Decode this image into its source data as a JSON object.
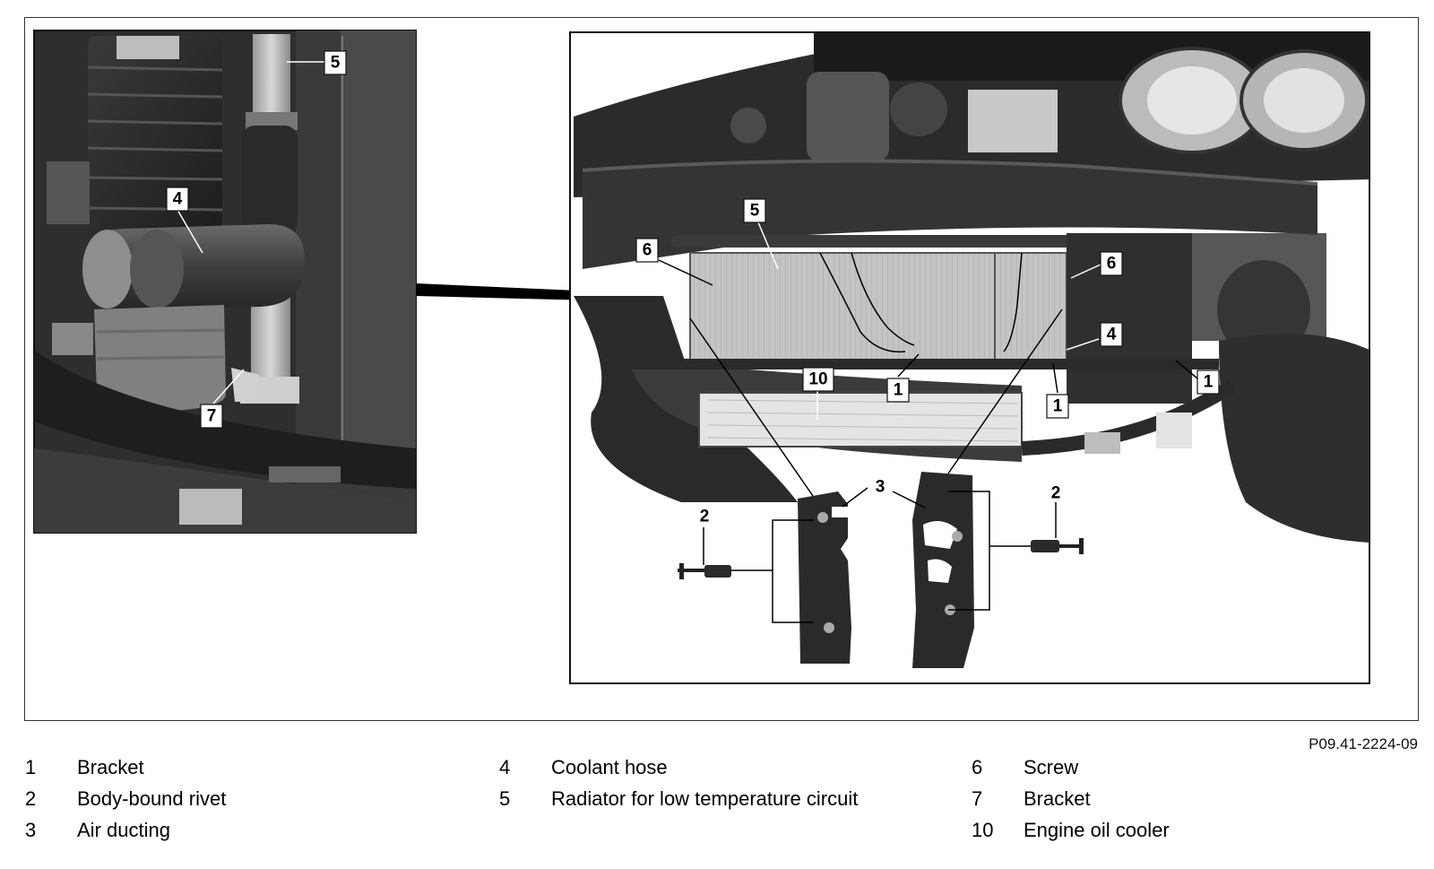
{
  "callouts": {
    "left": {
      "n5": "5",
      "n4": "4",
      "n7": "7"
    },
    "right": {
      "n5": "5",
      "n6_left": "6",
      "n6_right": "6",
      "n4": "4",
      "n1_center": "1",
      "n1_mid": "1",
      "n1_right": "1",
      "n10": "10",
      "n3": "3",
      "n2_left": "2",
      "n2_right": "2"
    }
  },
  "figure_id": "P09.41-2224-09",
  "legend": {
    "col1": [
      {
        "num": "1",
        "label": "Bracket"
      },
      {
        "num": "2",
        "label": "Body-bound rivet"
      },
      {
        "num": "3",
        "label": "Air ducting"
      }
    ],
    "col2": [
      {
        "num": "4",
        "label": "Coolant hose"
      },
      {
        "num": "5",
        "label": "Radiator for low temperature circuit"
      }
    ],
    "col3": [
      {
        "num": "6",
        "label": "Screw"
      },
      {
        "num": "7",
        "label": "Bracket"
      },
      {
        "num": "10",
        "label": "Engine oil cooler"
      }
    ]
  }
}
